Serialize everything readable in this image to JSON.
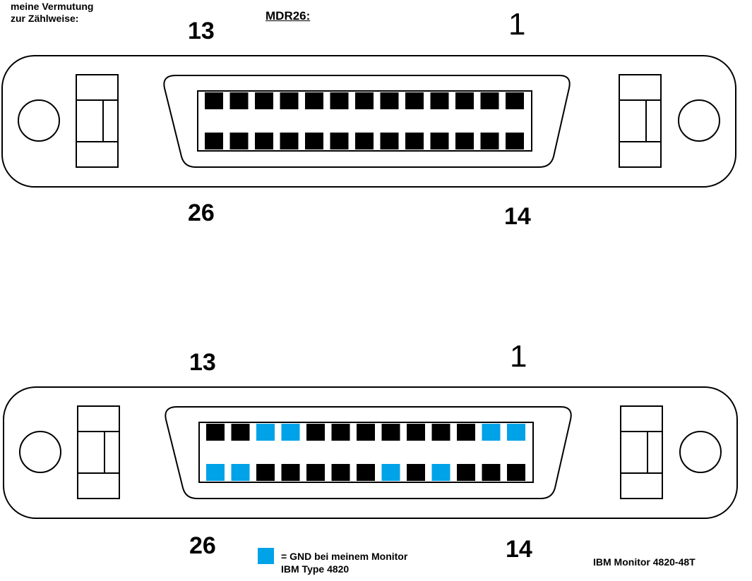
{
  "note": {
    "line1": "meine Vermutung",
    "line2": "zur Zählweise:"
  },
  "title": "MDR26:",
  "colors": {
    "gnd": "#00a2e8",
    "pin": "#000000",
    "outline": "#000000"
  },
  "connectors": [
    {
      "labels": {
        "top_left": "13",
        "top_right": "1",
        "bottom_left": "26",
        "bottom_right": "14"
      },
      "top_row_gnd": [
        false,
        false,
        false,
        false,
        false,
        false,
        false,
        false,
        false,
        false,
        false,
        false,
        false
      ],
      "bottom_row_gnd": [
        false,
        false,
        false,
        false,
        false,
        false,
        false,
        false,
        false,
        false,
        false,
        false,
        false
      ]
    },
    {
      "labels": {
        "top_left": "13",
        "top_right": "1",
        "bottom_left": "26",
        "bottom_right": "14"
      },
      "top_row_gnd": [
        false,
        false,
        true,
        true,
        false,
        false,
        false,
        false,
        false,
        false,
        false,
        true,
        true
      ],
      "bottom_row_gnd": [
        true,
        true,
        false,
        false,
        false,
        false,
        false,
        true,
        false,
        true,
        false,
        false,
        false
      ]
    }
  ],
  "legend": {
    "line1": "= GND bei meinem Monitor",
    "line2": "IBM Type 4820"
  },
  "caption": "IBM Monitor 4820-48T"
}
